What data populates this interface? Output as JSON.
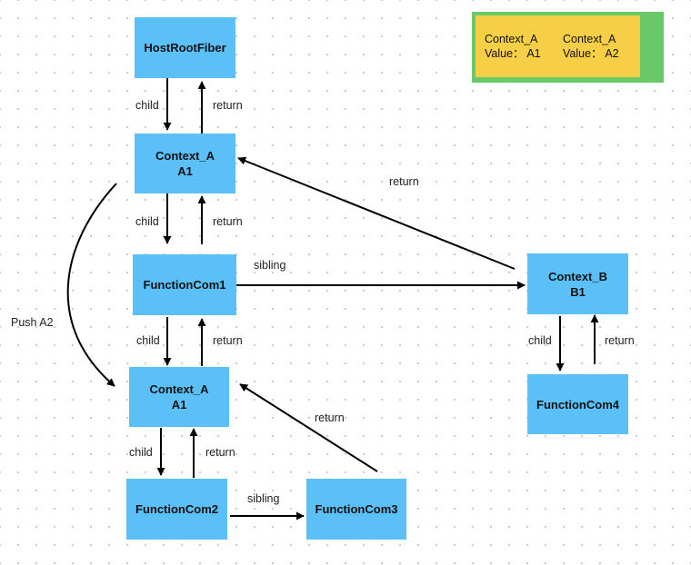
{
  "nodes": {
    "host_root": "HostRootFiber",
    "context_a_top": {
      "name": "Context_A",
      "value": "A1"
    },
    "function_com1": "FunctionCom1",
    "context_a_mid": {
      "name": "Context_A",
      "value": "A1"
    },
    "function_com2": "FunctionCom2",
    "function_com3": "FunctionCom3",
    "context_b": {
      "name": "Context_B",
      "value": "B1"
    },
    "function_com4": "FunctionCom4"
  },
  "edge_labels": {
    "child": "child",
    "return": "return",
    "sibling": "sibling",
    "push": "Push A2"
  },
  "legend": {
    "cards": [
      {
        "name": "Context_A",
        "value_line": "Value：  A1"
      },
      {
        "name": "Context_A",
        "value_line": "Value：  A2"
      }
    ],
    "colors": {
      "background": "#68c86a",
      "card": "#f7cf47"
    }
  },
  "colors": {
    "node": "#5bc0f8",
    "edge": "#000000"
  }
}
